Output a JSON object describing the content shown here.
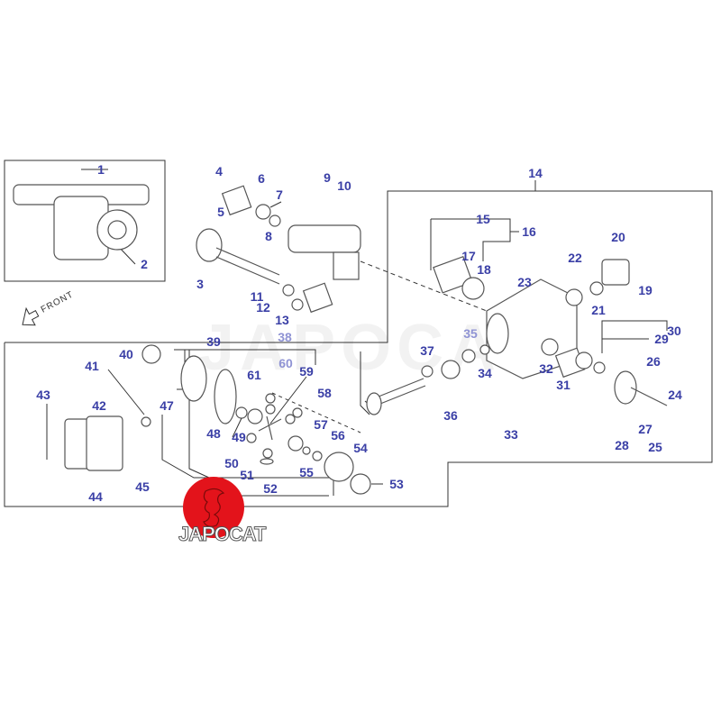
{
  "diagram": {
    "orientation_label": "FRONT",
    "watermark": "JAPOCAT",
    "logo_text": "JAPOCAT",
    "callouts": [
      "1",
      "2",
      "3",
      "4",
      "5",
      "6",
      "7",
      "8",
      "9",
      "10",
      "11",
      "12",
      "13",
      "14",
      "15",
      "16",
      "17",
      "18",
      "19",
      "20",
      "21",
      "22",
      "23",
      "24",
      "25",
      "26",
      "27",
      "28",
      "29",
      "30",
      "31",
      "32",
      "33",
      "34",
      "35",
      "36",
      "37",
      "38",
      "39",
      "40",
      "41",
      "42",
      "43",
      "44",
      "45",
      "47",
      "48",
      "49",
      "50",
      "51",
      "52",
      "53",
      "54",
      "55",
      "56",
      "57",
      "58",
      "59",
      "60",
      "61"
    ],
    "light_callouts": [
      "35",
      "38",
      "60"
    ],
    "colors": {
      "callout": "#3a3fa6",
      "callout_light": "#8f93d4",
      "logo_red": "#e3131b"
    }
  }
}
